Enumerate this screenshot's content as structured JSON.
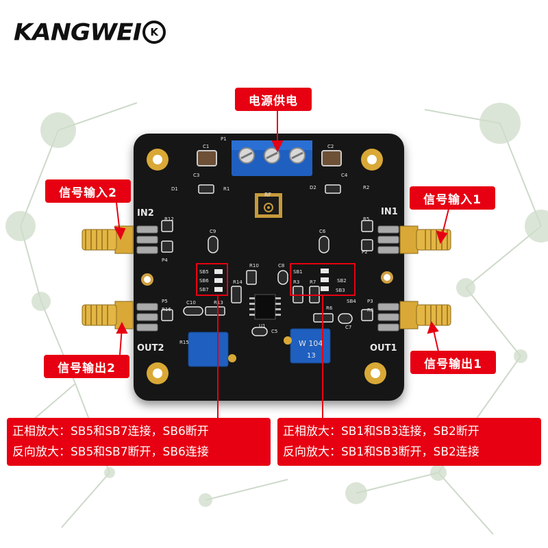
{
  "brand": {
    "name": "KANGWEI",
    "badge": "K"
  },
  "callouts": {
    "power": "电源供电",
    "signal_in_2": "信号输入2",
    "signal_in_1": "信号输入1",
    "signal_out_2": "信号输出2",
    "signal_out_1": "信号输出1"
  },
  "notes": {
    "left": [
      "正相放大：SB5和SB7连接，SB6断开",
      "反向放大：SB5和SB7断开，SB6连接"
    ],
    "right": [
      "正相放大：SB1和SB3连接，SB2断开",
      "反向放大：SB1和SB3断开，SB2连接"
    ]
  },
  "board": {
    "ports": {
      "in2": "IN2",
      "in1": "IN1",
      "out2": "OUT2",
      "out1": "OUT1"
    },
    "pins": {
      "p1": "P1",
      "p2": "P2",
      "p3": "P3",
      "p4": "P4",
      "p5": "P5"
    },
    "resistors": [
      "R1",
      "R2",
      "R3",
      "R5",
      "R6",
      "R7",
      "R8",
      "R10",
      "R12",
      "R13",
      "R14",
      "R15",
      "R16"
    ],
    "capacitors": [
      "C1",
      "C2",
      "C3",
      "C4",
      "C5",
      "C6",
      "C7",
      "C8",
      "C9",
      "C10"
    ],
    "diodes": [
      "D1",
      "D2"
    ],
    "ic": "U1",
    "solder_bridges": [
      "SB1",
      "SB2",
      "SB3",
      "SB4",
      "SB5",
      "SB6",
      "SB7"
    ],
    "pot_right_marking": "W 104",
    "pot_right_code": "13",
    "rf_mark": "RF"
  },
  "colors": {
    "accent": "#e60012",
    "board": "#161616",
    "terminal": "#1f5fbf",
    "gold": "#d9a836"
  }
}
